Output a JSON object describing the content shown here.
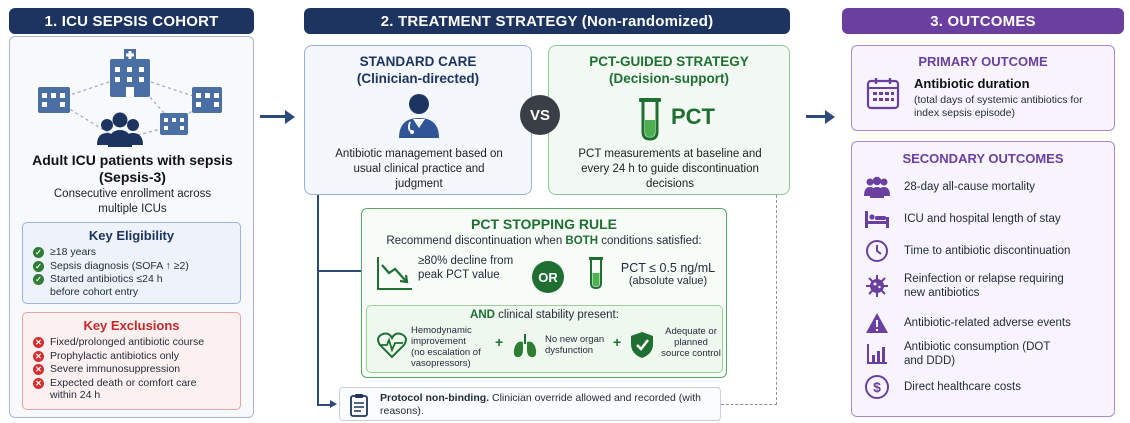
{
  "col1": {
    "header": "1. ICU SEPSIS COHORT",
    "title": "Adult ICU patients with sepsis (Sepsis-3)",
    "subtitle": "Consecutive enrollment across multiple ICUs",
    "eligibility": {
      "title": "Key Eligibility",
      "items": [
        "≥18 years",
        "Sepsis diagnosis (SOFA ↑ ≥2)",
        "Started antibiotics ≤24 h before cohort entry"
      ]
    },
    "exclusions": {
      "title": "Key Exclusions",
      "items": [
        "Fixed/prolonged antibiotic course",
        "Prophylactic antibiotics only",
        "Severe immunosuppression",
        "Expected death or comfort care within 24 h"
      ]
    }
  },
  "col2": {
    "header": "2. TREATMENT STRATEGY (Non-randomized)",
    "standard": {
      "title_line1": "STANDARD CARE",
      "title_line2": "(Clinician-directed)",
      "desc": "Antibiotic management based on usual clinical practice and judgment"
    },
    "vs": "VS",
    "pct": {
      "title_line1": "PCT-GUIDED STRATEGY",
      "title_line2": "(Decision-support)",
      "label": "PCT",
      "desc": "PCT measurements at baseline and every 24 h to guide discontinuation decisions"
    },
    "rule": {
      "title": "PCT STOPPING RULE",
      "intro_pre": "Recommend discontinuation when ",
      "intro_bold": "BOTH",
      "intro_post": " conditions satisfied:",
      "cond1": "≥80% decline from peak PCT value",
      "or": "OR",
      "cond2_line1": "PCT ≤ 0.5 ng/mL",
      "cond2_line2": "(absolute value)",
      "stability_bold": "AND",
      "stability_rest": " clinical stability present:",
      "stab1": "Hemodynamic improvement",
      "stab1_note": "(no escalation of vasopressors)",
      "stab2": "No new organ dysfunction",
      "stab3": "Adequate or planned source control",
      "plus": "+"
    },
    "protocol": {
      "bold": "Protocol non-binding.",
      "rest": " Clinician override allowed and recorded (with reasons)."
    }
  },
  "col3": {
    "header": "3. OUTCOMES",
    "primary": {
      "title": "PRIMARY OUTCOME",
      "name": "Antibiotic duration",
      "desc": "(total days of systemic antibiotics for index sepsis episode)"
    },
    "secondary": {
      "title": "SECONDARY OUTCOMES",
      "items": [
        {
          "text": "28-day all-cause mortality",
          "icon": "people-icon"
        },
        {
          "text": "ICU and hospital length of stay",
          "icon": "bed-icon"
        },
        {
          "text": "Time to antibiotic discontinuation",
          "icon": "clock-icon"
        },
        {
          "text": "Reinfection or relapse requiring new antibiotics",
          "icon": "virus-icon"
        },
        {
          "text": "Antibiotic-related adverse events",
          "icon": "warning-icon"
        },
        {
          "text": "Antibiotic consumption (DOT and DDD)",
          "icon": "bar-chart-icon"
        },
        {
          "text": "Direct healthcare costs",
          "icon": "dollar-icon"
        }
      ]
    }
  },
  "colors": {
    "navy": "#1d3461",
    "green": "#1f6f33",
    "purple": "#6b3fa0",
    "red": "#c62828"
  }
}
